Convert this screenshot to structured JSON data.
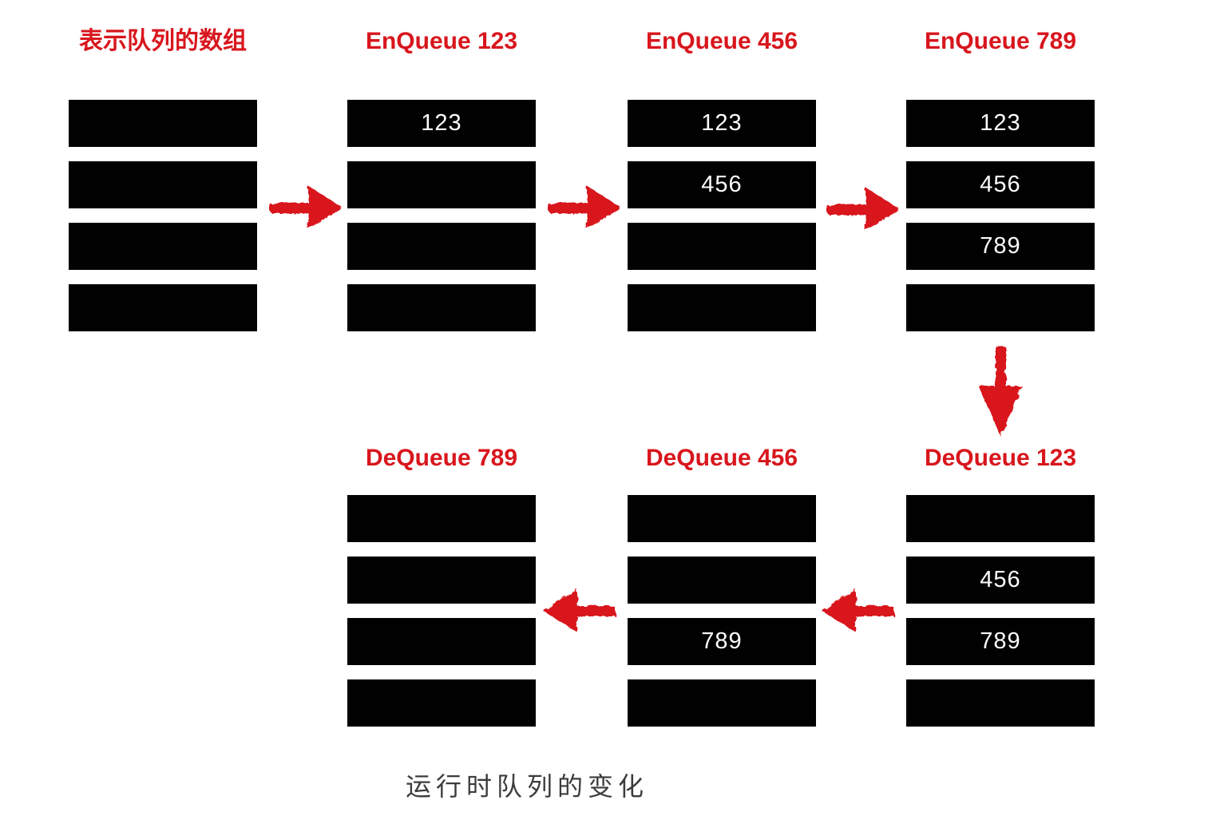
{
  "page": {
    "caption": "运行时队列的变化",
    "background_color": "#ffffff",
    "accent_red": "#d8161d",
    "bar_black": "#010101",
    "bar_text_white": "#fdfdfd",
    "caption_color": "#3c3c3c"
  },
  "top_row": {
    "columns": [
      {
        "title": "表示队列的数组",
        "cells": [
          "",
          "",
          "",
          ""
        ]
      },
      {
        "title": "EnQueue 123",
        "cells": [
          "123",
          "",
          "",
          ""
        ]
      },
      {
        "title": "EnQueue 456",
        "cells": [
          "123",
          "456",
          "",
          ""
        ]
      },
      {
        "title": "EnQueue 789",
        "cells": [
          "123",
          "456",
          "789",
          ""
        ]
      }
    ]
  },
  "bottom_row": {
    "columns": [
      {
        "title": "DeQueue 789",
        "cells": [
          "",
          "",
          "",
          ""
        ]
      },
      {
        "title": "DeQueue 456",
        "cells": [
          "",
          "",
          "789",
          ""
        ]
      },
      {
        "title": "DeQueue 123",
        "cells": [
          "",
          "456",
          "789",
          ""
        ]
      }
    ]
  },
  "arrows": [
    {
      "name": "arrow-right-icon",
      "direction": "right"
    },
    {
      "name": "arrow-right-icon",
      "direction": "right"
    },
    {
      "name": "arrow-right-icon",
      "direction": "right"
    },
    {
      "name": "arrow-down-icon",
      "direction": "down"
    },
    {
      "name": "arrow-left-icon",
      "direction": "left"
    },
    {
      "name": "arrow-left-icon",
      "direction": "left"
    }
  ]
}
